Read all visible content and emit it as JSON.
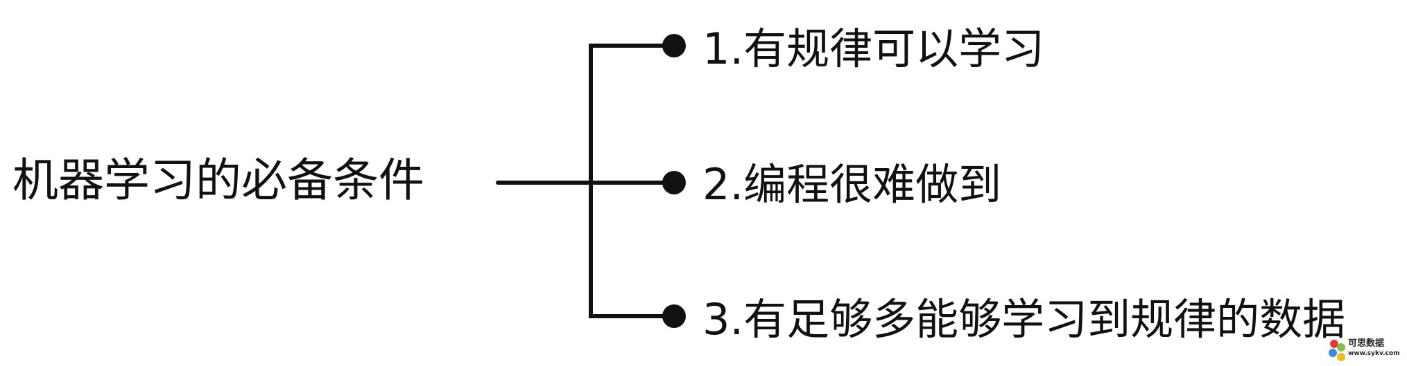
{
  "root": {
    "label": "机器学习的必备条件"
  },
  "branches": [
    {
      "label": "1.有规律可以学习"
    },
    {
      "label": "2.编程很难做到"
    },
    {
      "label": "3.有足够多能够学习到规律的数据"
    }
  ],
  "watermark": {
    "text": "可思数据",
    "url": "www.sykv.com"
  },
  "colors": {
    "line": "#111111",
    "text": "#111111",
    "background": "#ffffff"
  }
}
